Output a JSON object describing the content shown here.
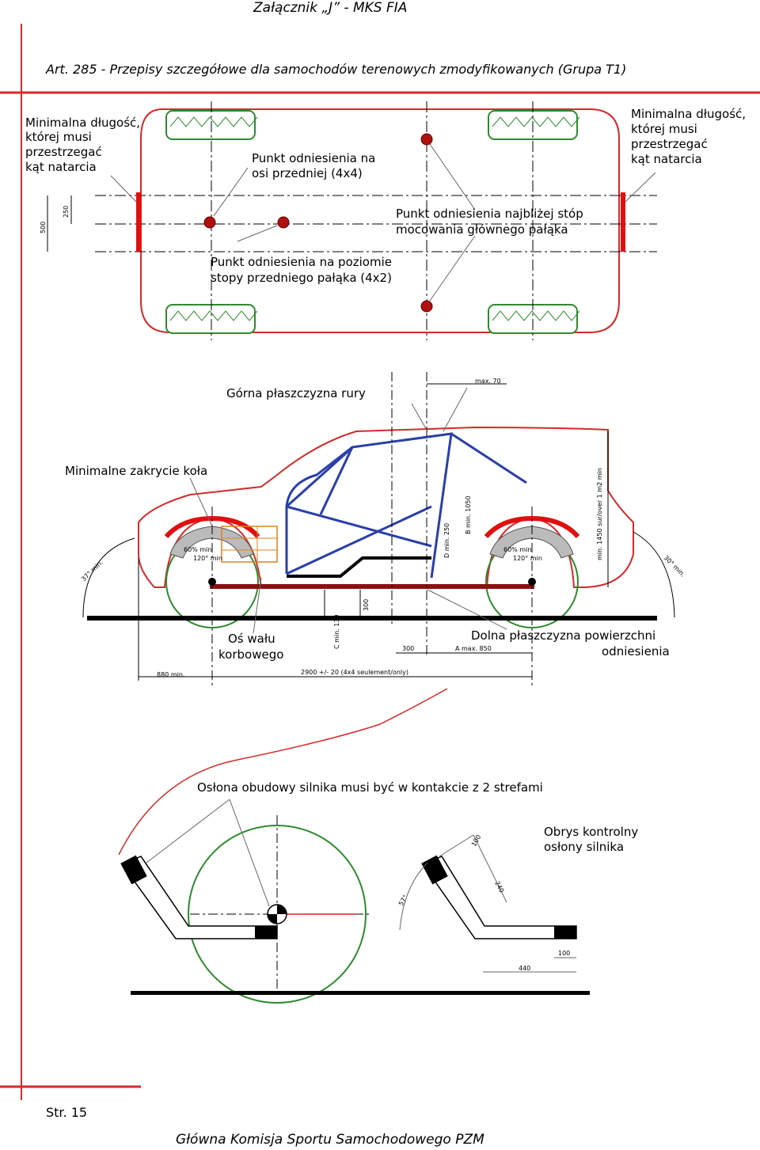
{
  "header": "Załącznik „J” - MKS FIA",
  "article_title": "Art. 285 - Przepisy szczegółowe dla samochodów terenowych zmodyfikowanych (Grupa T1)",
  "top_view": {
    "left_note": [
      "Minimalna długość,",
      "której musi",
      "przestrzegać",
      "kąt natarcia"
    ],
    "right_note": [
      "Minimalna długość,",
      "której musi",
      "przestrzegać",
      "kąt natarcia"
    ],
    "front_axle_ref": [
      "Punkt odniesienia na",
      "osi przedniej (4x4)"
    ],
    "closest_ref": [
      "Punkt odniesienia najbliżej stóp",
      "mocowania głównego pałąka"
    ],
    "front_hoop_ref": [
      "Punkt odniesienia na poziomie",
      "stopy przedniego pałąka (4x2)"
    ],
    "dim_500": "500",
    "dim_250": "250"
  },
  "side_view": {
    "upper_plane": "Górna płaszczyzna rury",
    "max70": "max. 70",
    "wheel_cover": "Minimalne zakrycie koła",
    "crankshaft": [
      "Oś wału",
      "korbowego"
    ],
    "lower_plane": [
      "Dolna płaszczyzna powierzchni",
      "odniesienia"
    ],
    "dim_c": "C min. 130",
    "dim_300v": "300",
    "dim_d": "D min. 250",
    "dim_b": "B min. 1050",
    "dim_300h": "300",
    "dim_a": "A max. 850",
    "dim_880": "880 min.",
    "dim_wheelbase": "2900 +/- 20 (4x4 seulement/only)",
    "dim_right_vert": "min. 1450 sur/over 1 m2 min",
    "angle_front": "37° min.",
    "angle_rear": "30° min.",
    "arc_120": "120° min",
    "arc_60": "60% min"
  },
  "engine_view": {
    "title": "Osłona obudowy silnika musi być w kontakcie z 2 strefami",
    "outline_note": [
      "Obrys kontrolny",
      "osłony silnika"
    ],
    "dim_100a": "100",
    "dim_240": "240",
    "dim_100b": "100",
    "dim_440": "440",
    "angle": "57°"
  },
  "page_number": "Str. 15",
  "footer": "Główna Komisja Sportu Samochodowego PZM",
  "colors": {
    "body_outline": "#d42a2a",
    "wheel": "#2e8b2e",
    "cage": "#2a3fa8",
    "red_bar": "#e01010",
    "dark_bar": "#8b1010"
  }
}
